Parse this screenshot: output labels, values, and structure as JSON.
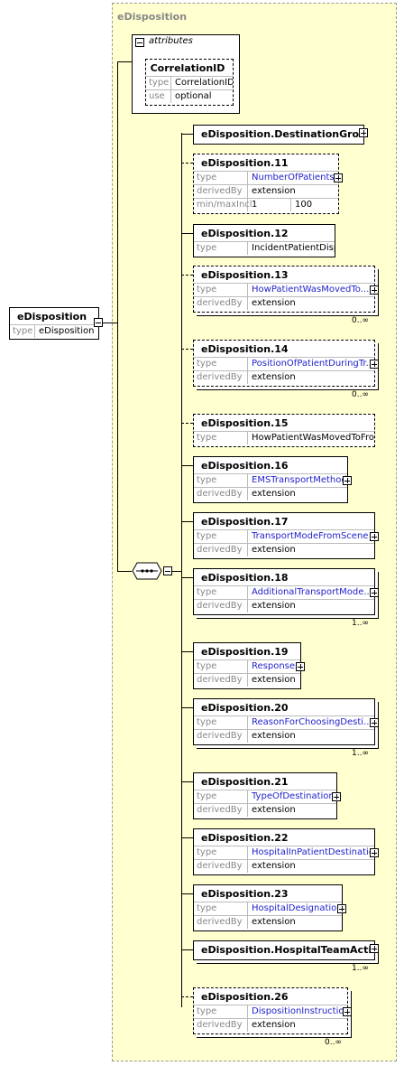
{
  "diagram": {
    "group_title": "eDisposition",
    "root": {
      "name": "eDisposition",
      "type_label": "type",
      "type_value": "eDisposition"
    },
    "attributes_label": "attributes",
    "attribute": {
      "name": "CorrelationID",
      "type_label": "type",
      "type_value": "CorrelationID",
      "use_label": "use",
      "use_value": "optional"
    },
    "elements": [
      {
        "id": "e1",
        "name": "eDisposition.DestinationGroup",
        "rows": [],
        "card": "",
        "dashed": false,
        "expand": true
      },
      {
        "id": "e2",
        "name": "eDisposition.11",
        "rows": [
          {
            "k": "type",
            "v": "NumberOfPatients",
            "link": true
          },
          {
            "k": "derivedBy",
            "v": "extension"
          },
          {
            "k": "min/maxIncl",
            "v": "1",
            "v2": "100"
          }
        ],
        "card": "",
        "dashed": true,
        "expand": true
      },
      {
        "id": "e3",
        "name": "eDisposition.12",
        "rows": [
          {
            "k": "type",
            "v": "IncidentPatientDisposition"
          }
        ],
        "card": "",
        "dashed": false,
        "expand": false
      },
      {
        "id": "e4",
        "name": "eDisposition.13",
        "rows": [
          {
            "k": "type",
            "v": "HowPatientWasMovedTo...",
            "link": true
          },
          {
            "k": "derivedBy",
            "v": "extension"
          }
        ],
        "card": "0..∞",
        "dashed": true,
        "expand": true
      },
      {
        "id": "e5",
        "name": "eDisposition.14",
        "rows": [
          {
            "k": "type",
            "v": "PositionOfPatientDuringTr...",
            "link": true
          },
          {
            "k": "derivedBy",
            "v": "extension"
          }
        ],
        "card": "0..∞",
        "dashed": true,
        "expand": true
      },
      {
        "id": "e6",
        "name": "eDisposition.15",
        "rows": [
          {
            "k": "type",
            "v": "HowPatientWasMovedToFromA..."
          }
        ],
        "card": "",
        "dashed": true,
        "expand": false
      },
      {
        "id": "e7",
        "name": "eDisposition.16",
        "rows": [
          {
            "k": "type",
            "v": "EMSTransportMethod",
            "link": true
          },
          {
            "k": "derivedBy",
            "v": "extension"
          }
        ],
        "card": "",
        "dashed": false,
        "expand": true
      },
      {
        "id": "e8",
        "name": "eDisposition.17",
        "rows": [
          {
            "k": "type",
            "v": "TransportModeFromScene",
            "link": true
          },
          {
            "k": "derivedBy",
            "v": "extension"
          }
        ],
        "card": "",
        "dashed": false,
        "expand": true
      },
      {
        "id": "e9",
        "name": "eDisposition.18",
        "rows": [
          {
            "k": "type",
            "v": "AdditionalTransportMode...",
            "link": true
          },
          {
            "k": "derivedBy",
            "v": "extension"
          }
        ],
        "card": "1..∞",
        "dashed": false,
        "expand": true
      },
      {
        "id": "e10",
        "name": "eDisposition.19",
        "rows": [
          {
            "k": "type",
            "v": "Response",
            "link": true
          },
          {
            "k": "derivedBy",
            "v": "extension"
          }
        ],
        "card": "",
        "dashed": false,
        "expand": true
      },
      {
        "id": "e11",
        "name": "eDisposition.20",
        "rows": [
          {
            "k": "type",
            "v": "ReasonForChoosingDesti...",
            "link": true
          },
          {
            "k": "derivedBy",
            "v": "extension"
          }
        ],
        "card": "1..∞",
        "dashed": false,
        "expand": true
      },
      {
        "id": "e12",
        "name": "eDisposition.21",
        "rows": [
          {
            "k": "type",
            "v": "TypeOfDestination",
            "link": true
          },
          {
            "k": "derivedBy",
            "v": "extension"
          }
        ],
        "card": "",
        "dashed": false,
        "expand": true
      },
      {
        "id": "e13",
        "name": "eDisposition.22",
        "rows": [
          {
            "k": "type",
            "v": "HospitalInPatientDestination",
            "link": true
          },
          {
            "k": "derivedBy",
            "v": "extension"
          }
        ],
        "card": "",
        "dashed": false,
        "expand": true
      },
      {
        "id": "e14",
        "name": "eDisposition.23",
        "rows": [
          {
            "k": "type",
            "v": "HospitalDesignation",
            "link": true
          },
          {
            "k": "derivedBy",
            "v": "extension"
          }
        ],
        "card": "",
        "dashed": false,
        "expand": true
      },
      {
        "id": "e15",
        "name": "eDisposition.HospitalTeamActi...",
        "rows": [],
        "card": "1..∞",
        "dashed": false,
        "expand": true
      },
      {
        "id": "e16",
        "name": "eDisposition.26",
        "rows": [
          {
            "k": "type",
            "v": "DispositionInstruction",
            "link": true
          },
          {
            "k": "derivedBy",
            "v": "extension"
          }
        ],
        "card": "0..∞",
        "dashed": true,
        "expand": true
      }
    ]
  }
}
